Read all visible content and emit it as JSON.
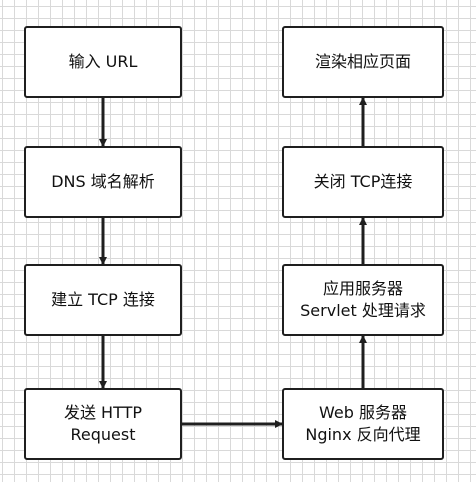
{
  "diagram": {
    "left_column": [
      {
        "id": "input-url",
        "label": "输入 URL"
      },
      {
        "id": "dns-resolve",
        "label": "DNS 域名解析"
      },
      {
        "id": "tcp-connect",
        "label": "建立 TCP 连接"
      },
      {
        "id": "send-request",
        "label": "发送 HTTP\nRequest"
      }
    ],
    "right_column": [
      {
        "id": "render-page",
        "label": "渲染相应页面"
      },
      {
        "id": "close-tcp",
        "label": "关闭 TCP连接"
      },
      {
        "id": "app-server",
        "label": "应用服务器\nServlet 处理请求"
      },
      {
        "id": "web-server",
        "label": "Web 服务器\nNginx 反向代理"
      }
    ],
    "edges": [
      {
        "from": "input-url",
        "to": "dns-resolve"
      },
      {
        "from": "dns-resolve",
        "to": "tcp-connect"
      },
      {
        "from": "tcp-connect",
        "to": "send-request"
      },
      {
        "from": "send-request",
        "to": "web-server"
      },
      {
        "from": "web-server",
        "to": "app-server"
      },
      {
        "from": "app-server",
        "to": "close-tcp"
      },
      {
        "from": "close-tcp",
        "to": "render-page"
      }
    ],
    "colors": {
      "stroke": "#1f1f1f",
      "fill": "#ffffff",
      "grid": "#d9d9d9"
    }
  }
}
